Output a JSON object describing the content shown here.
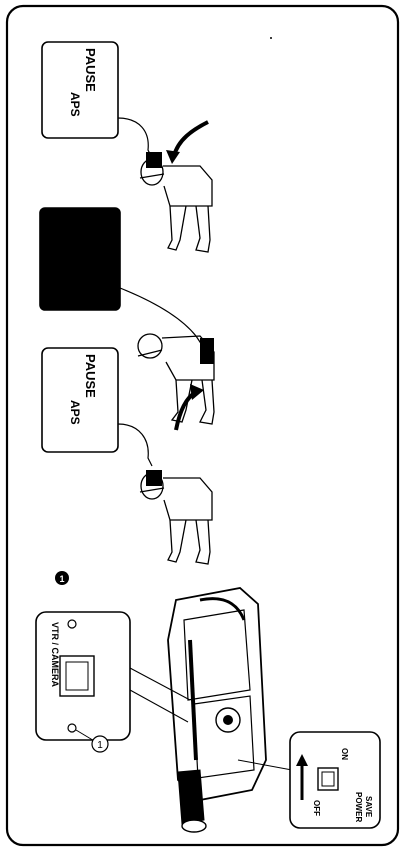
{
  "panels": [
    {
      "screen_text": "PAUSE",
      "mode_text": "APS",
      "screen_dark": false
    },
    {
      "screen_text": "",
      "mode_text": "",
      "screen_dark": true
    },
    {
      "screen_text": "PAUSE",
      "mode_text": "APS",
      "screen_dark": false
    }
  ],
  "step_badge": "1",
  "vtr_switch": {
    "label": "VTR / CAMERA",
    "callout": "1"
  },
  "power_save": {
    "off": "OFF",
    "on": "ON",
    "label_line1": "POWER",
    "label_line2": "SAVE"
  },
  "colors": {
    "ink": "#000000",
    "paper": "#ffffff",
    "screen_dark": "#000000"
  }
}
